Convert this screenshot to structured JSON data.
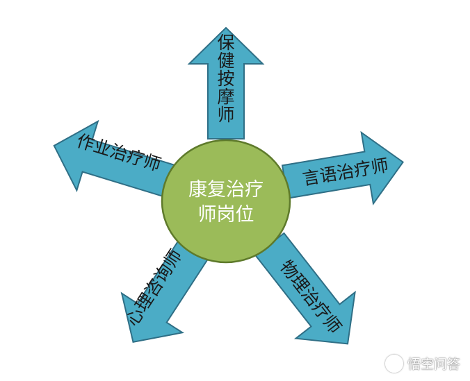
{
  "center": {
    "line1": "康复治疗",
    "line2": "师岗位"
  },
  "arrows": [
    {
      "label": "保健按摩师",
      "direction": "up"
    },
    {
      "label": "言语治疗师",
      "direction": "right"
    },
    {
      "label": "物理治疗师",
      "direction": "down-right"
    },
    {
      "label": "心理咨询师",
      "direction": "down-left"
    },
    {
      "label": "作业治疗师",
      "direction": "left"
    }
  ],
  "watermark": {
    "text": "悟空问答"
  },
  "colors": {
    "arrow_fill": "#4bacc6",
    "arrow_border": "#2f6f86",
    "circle_fill": "#9bbb59",
    "circle_border": "#5e7a2b"
  }
}
